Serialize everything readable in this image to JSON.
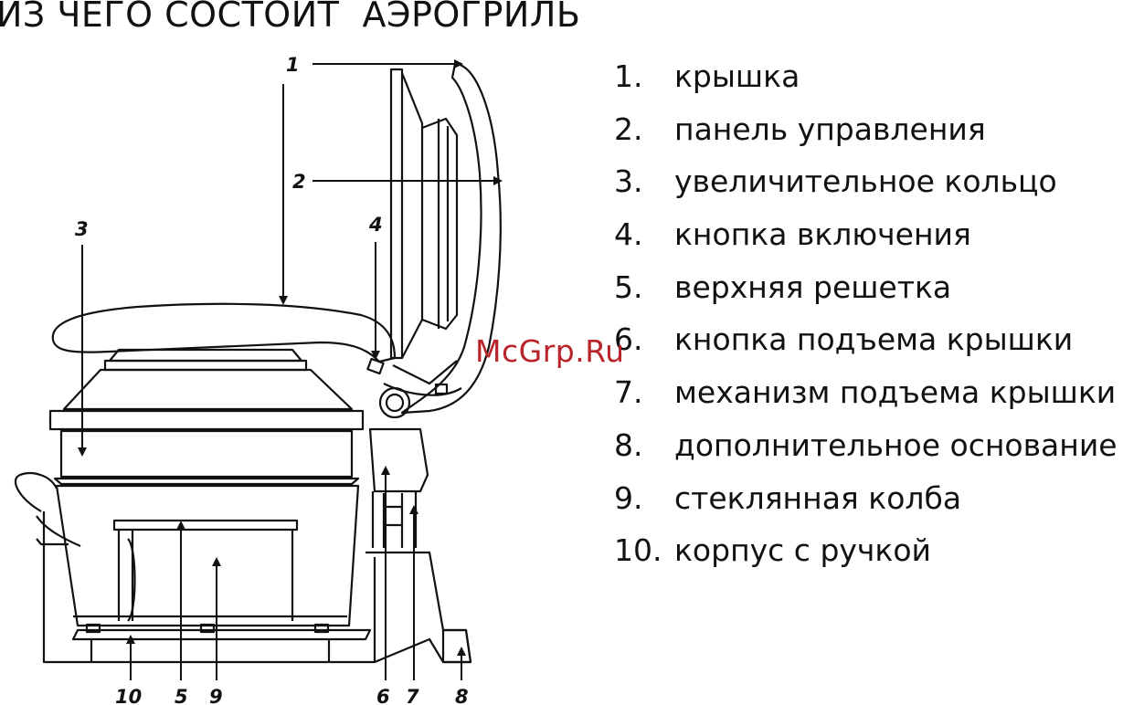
{
  "title": "ИЗ ЧЕГО СОСТОИТ  АЭРОГРИЛЬ",
  "callouts": [
    "1",
    "2",
    "3",
    "4",
    "5",
    "6",
    "7",
    "8",
    "9",
    "10"
  ],
  "legend": [
    {
      "num": "1.",
      "text": "крышка"
    },
    {
      "num": "2.",
      "text": "панель управления"
    },
    {
      "num": "3.",
      "text": "увеличительное кольцо"
    },
    {
      "num": "4.",
      "text": "кнопка включения"
    },
    {
      "num": "5.",
      "text": "верхняя решетка"
    },
    {
      "num": "6.",
      "text": "кнопка подъема крышки"
    },
    {
      "num": "7.",
      "text": "механизм подъема крышки"
    },
    {
      "num": "8.",
      "text": "дополнительное основание"
    },
    {
      "num": "9.",
      "text": "стеклянная колба"
    },
    {
      "num": "10.",
      "text": "корпус с ручкой"
    }
  ],
  "watermark": "McGrp.Ru",
  "colors": {
    "line": "#111111",
    "watermark": "#b8242a",
    "background": "#ffffff"
  }
}
